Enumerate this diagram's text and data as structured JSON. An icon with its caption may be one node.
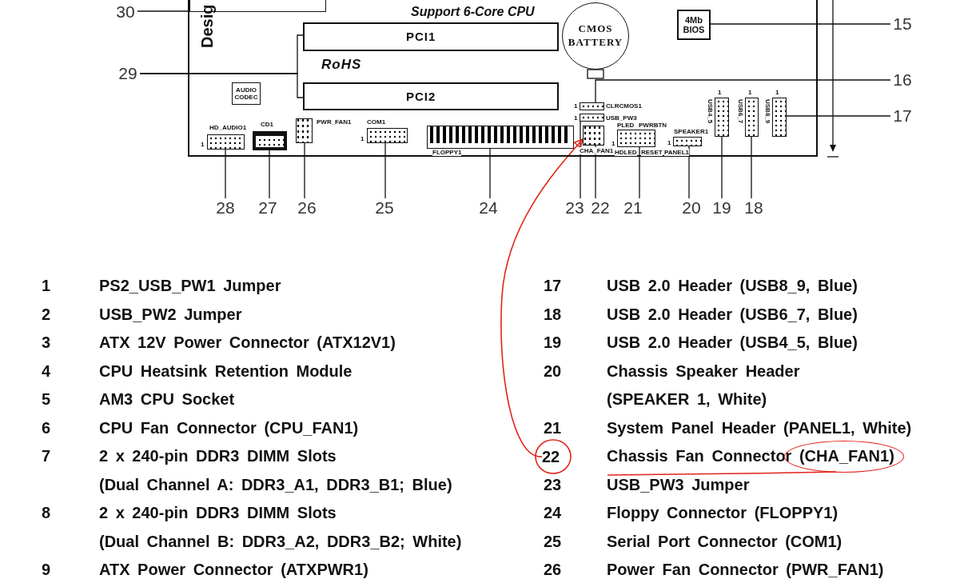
{
  "diagram": {
    "nodes": [
      {
        "text": [],
        "shape": "box"
      },
      {
        "text": [
          "AUDIO CODEC"
        ],
        "in": 0
      },
      {
        "text": [
          "PCI1"
        ],
        "in": 0
      },
      {
        "text": [
          "PCI2"
        ],
        "in": 0
      },
      {
        "text": [
          "CMOS BATTERY"
        ],
        "in": 0
      },
      {
        "text": [
          "4Mb BIOS"
        ],
        "in": 0
      },
      {
        "text": [],
        "shape": "box",
        "in": 0,
        "beside": [
          "HD_AUDIO1",
          "1"
        ]
      },
      {
        "text": [],
        "shape": "box",
        "in": 0,
        "beside": [
          "CD1"
        ]
      },
      {
        "text": [],
        "shape": "box",
        "in": 0,
        "beside": [
          "PWR_FAN1"
        ]
      },
      {
        "text": [],
        "shape": "box",
        "in": 0,
        "beside": [
          "COM1",
          "1"
        ]
      },
      {
        "text": [],
        "shape": "box",
        "in": 0,
        "beside": [
          "FLOPPY1"
        ]
      },
      {
        "text": [],
        "shape": "box",
        "in": 0,
        "beside": [
          "1",
          "CLRCMOS1"
        ]
      },
      {
        "text": [],
        "shape": "box",
        "in": 0,
        "beside": [
          "1",
          "USB_PW3"
        ]
      },
      {
        "text": [],
        "shape": "box",
        "in": 0,
        "beside": [
          "CHA_FAN1"
        ]
      },
      {
        "text": [],
        "shape": "box",
        "in": 0,
        "beside": [
          "PLED",
          "PWRBTN",
          "1",
          "HDLED",
          "RESET",
          "PANEL1"
        ]
      },
      {
        "text": [],
        "shape": "box",
        "in": 0,
        "beside": [
          "SPEAKER1",
          "1"
        ]
      },
      {
        "text": [],
        "shape": "box",
        "in": 0,
        "beside": [
          "1",
          "USB4_5"
        ]
      },
      {
        "text": [],
        "shape": "box",
        "in": 0,
        "beside": [
          "1",
          "USB6_7"
        ]
      },
      {
        "text": [],
        "shape": "box",
        "in": 0,
        "beside": [
          "1",
          "USB8_9"
        ]
      },
      {
        "text": [
          "30"
        ]
      },
      {
        "text": [
          "29"
        ]
      },
      {
        "text": [
          "15"
        ]
      },
      {
        "text": [
          "16"
        ]
      },
      {
        "text": [
          "17"
        ]
      },
      {
        "text": [
          "28"
        ]
      },
      {
        "text": [
          "27"
        ]
      },
      {
        "text": [
          "26"
        ]
      },
      {
        "text": [
          "25"
        ]
      },
      {
        "text": [
          "24"
        ]
      },
      {
        "text": [
          "23"
        ]
      },
      {
        "text": [
          "22"
        ]
      },
      {
        "text": [
          "21"
        ]
      },
      {
        "text": [
          "20"
        ]
      },
      {
        "text": [
          "19"
        ]
      },
      {
        "text": [
          "18"
        ]
      },
      {
        "text": [
          "22"
        ]
      },
      {
        "text": [],
        "shape": "box",
        "in": 0
      },
      {
        "text": [],
        "shape": "ellipse"
      }
    ],
    "edges": [
      {
        "from": 19,
        "to": 36,
        "arrow": "none"
      },
      {
        "from": 20,
        "to": 2,
        "arrow": "none"
      },
      {
        "from": 20,
        "to": 3,
        "arrow": "none"
      },
      {
        "from": 21,
        "to": 5,
        "arrow": "none"
      },
      {
        "from": 22,
        "to": 11,
        "arrow": "none"
      },
      {
        "from": 23,
        "to": 18,
        "arrow": "none"
      },
      {
        "from": 24,
        "to": 6,
        "arrow": "none"
      },
      {
        "from": 25,
        "to": 7,
        "arrow": "none"
      },
      {
        "from": 26,
        "to": 8,
        "arrow": "none"
      },
      {
        "from": 27,
        "to": 9,
        "arrow": "none"
      },
      {
        "from": 28,
        "to": 10,
        "arrow": "none"
      },
      {
        "from": 29,
        "to": 12,
        "arrow": "none"
      },
      {
        "from": 30,
        "to": 13,
        "arrow": "none"
      },
      {
        "from": 31,
        "to": 14,
        "arrow": "none"
      },
      {
        "from": 32,
        "to": 15,
        "arrow": "none"
      },
      {
        "from": 33,
        "to": 16,
        "arrow": "none"
      },
      {
        "from": 34,
        "to": 17,
        "arrow": "none"
      },
      {
        "from": 35,
        "to": 13,
        "arrow": "to",
        "color": "#e3231b"
      }
    ],
    "labels": [
      "Desig",
      "Support 6-Core CPU",
      "RoHS",
      "1",
      "PS2_USB_PW1 Jumper",
      "17",
      "USB 2.0 Header (USB8_9, Blue)",
      "2",
      "USB_PW2 Jumper",
      "18",
      "USB 2.0 Header (USB6_7, Blue)",
      "3",
      "ATX 12V Power Connector (ATX12V1)",
      "19",
      "USB 2.0 Header (USB4_5, Blue)",
      "4",
      "CPU Heatsink Retention Module",
      "20",
      "Chassis Speaker Header (SPEAKER 1, White)",
      "5",
      "AM3 CPU Socket",
      "6",
      "CPU Fan Connector (CPU_FAN1)",
      "21",
      "System Panel Header (PANEL1, White)",
      "7",
      "2 x 240-pin DDR3 DIMM Slots (Dual Channel A: DDR3_A1, DDR3_B1; Blue)",
      "Chassis Fan Connector (CHA_FAN1)",
      "23",
      "USB_PW3 Jumper",
      "8",
      "2 x 240-pin DDR3 DIMM Slots (Dual Channel B: DDR3_A2, DDR3_B2; White)",
      "24",
      "Floppy Connector (FLOPPY1)",
      "25",
      "Serial Port Connector (COM1)",
      "9",
      "ATX Power Connector (ATXPWR1)",
      "26",
      "Power Fan Connector (PWR_FAN1)"
    ]
  }
}
